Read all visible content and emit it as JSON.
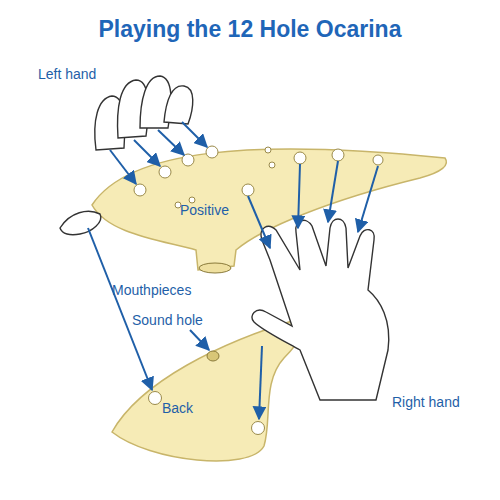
{
  "diagram": {
    "title": "Playing the 12 Hole Ocarina",
    "labels": [
      "Left hand",
      "Positive",
      "Mouthpieces",
      "Sound hole",
      "Back",
      "Right hand"
    ]
  }
}
